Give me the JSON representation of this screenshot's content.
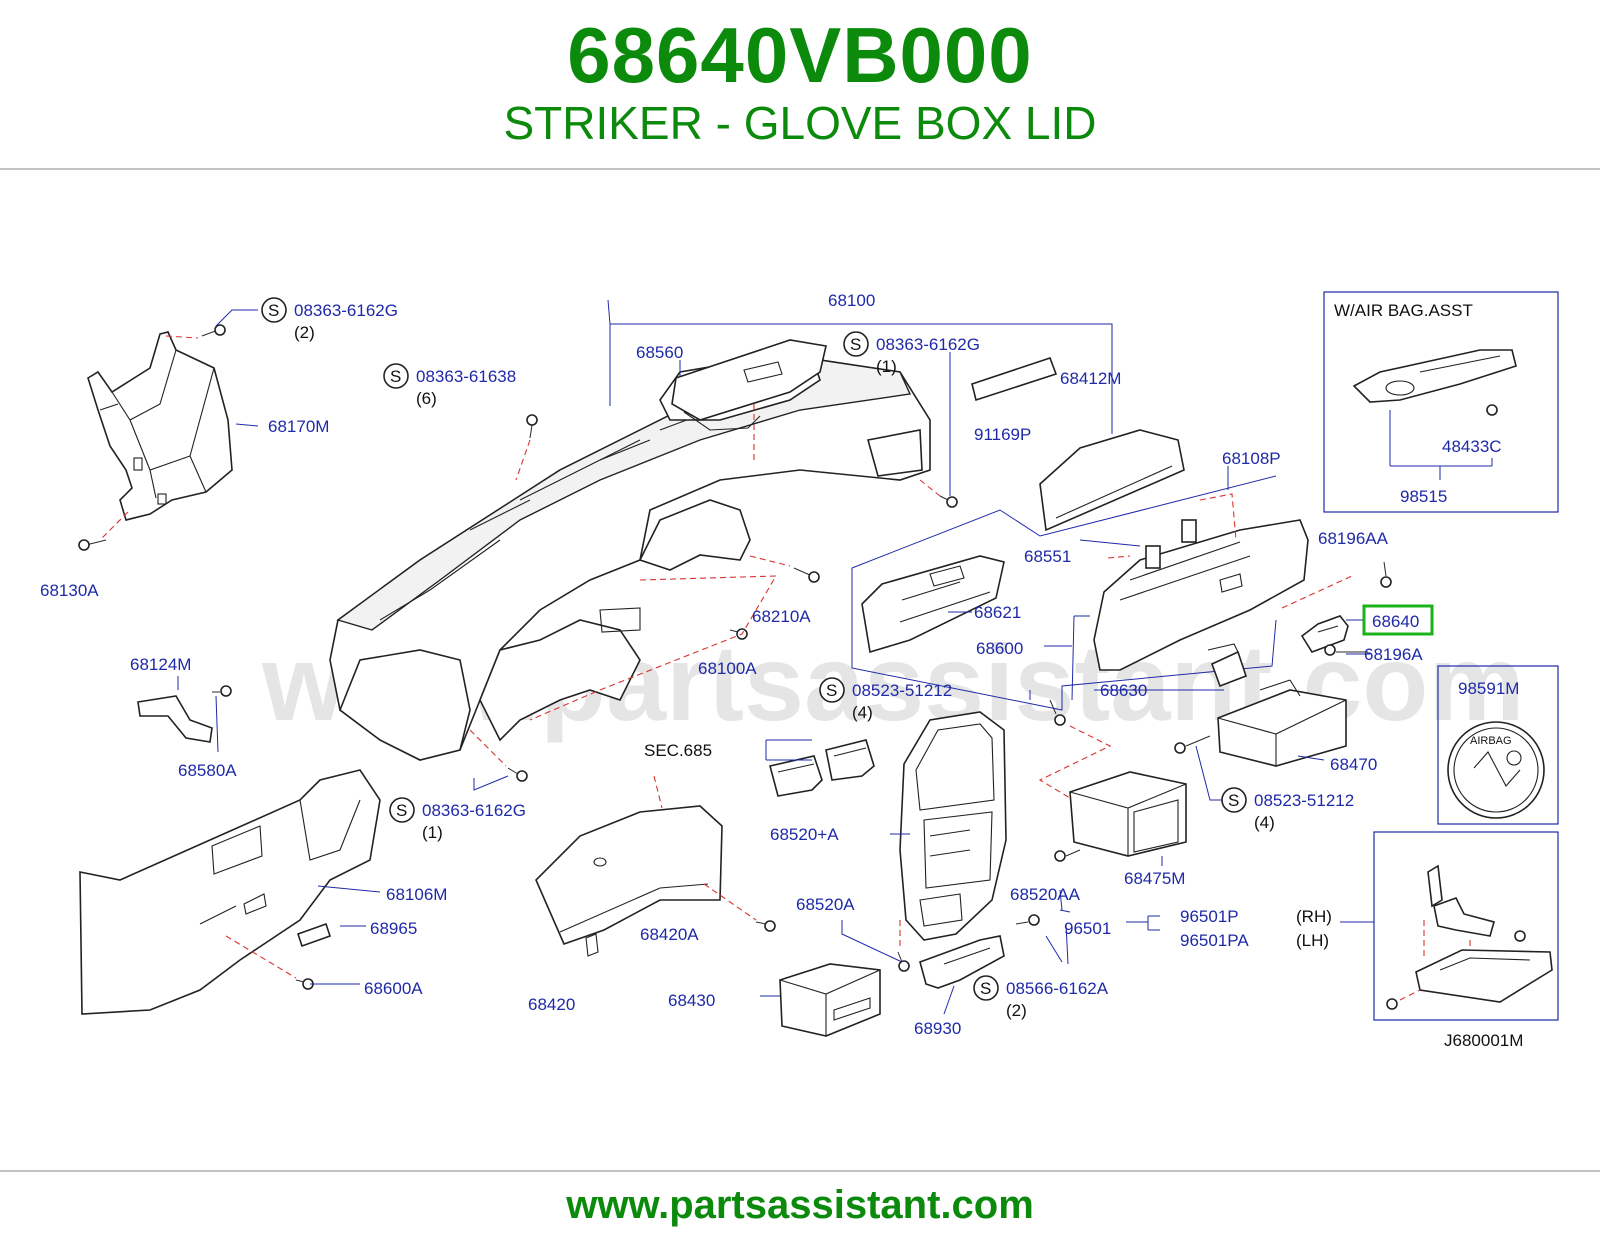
{
  "header": {
    "part_number": "68640VB000",
    "part_title": "STRIKER - GLOVE BOX LID"
  },
  "footer": {
    "url": "www.partsassistant.com"
  },
  "watermark": "www.partsassistant.com",
  "colors": {
    "brand_green": "#0c8a0c",
    "label_blue": "#1f2aa8",
    "highlight_green": "#19b219",
    "dashed_red": "#d8332f"
  },
  "diagram": {
    "drawing_code": "J680001M",
    "inset_airbag_title": "W/AIR   BAG.ASST",
    "emblem_text": "AIRBAG",
    "highlighted": "68640",
    "callouts": {
      "c68100": "68100",
      "c68560": "68560",
      "c68412M": "68412M",
      "c91169P": "91169P",
      "c68108P": "68108P",
      "c68170M": "68170M",
      "c68130A": "68130A",
      "c68551": "68551",
      "c68621": "68621",
      "c68600": "68600",
      "c68630": "68630",
      "c68196AA": "68196AA",
      "c68196A": "68196A",
      "c68640": "68640",
      "c68210A": "68210A",
      "c68100A": "68100A",
      "c68124M": "68124M",
      "c68580A": "68580A",
      "c68470": "68470",
      "c98591M": "98591M",
      "c48433C": "48433C",
      "c98515": "98515",
      "c68106M": "68106M",
      "c68965": "68965",
      "c68600A": "68600A",
      "c68520A_plus": "68520+A",
      "c68420A": "68420A",
      "c68420": "68420",
      "c68430": "68430",
      "c68520A": "68520A",
      "c68930": "68930",
      "c68520AA": "68520AA",
      "c68475M": "68475M",
      "c96501": "96501",
      "c96501P": "96501P",
      "c96501PA": "96501PA",
      "sec685": "SEC.685",
      "rh": "(RH)",
      "lh": "(LH)"
    },
    "std_parts": [
      {
        "id": "s1",
        "code": "08363-6162G",
        "qty": "(2)"
      },
      {
        "id": "s2",
        "code": "08363-6162G",
        "qty": "(1)"
      },
      {
        "id": "s3",
        "code": "08363-61638",
        "qty": "(6)"
      },
      {
        "id": "s4",
        "code": "08523-51212",
        "qty": "(4)"
      },
      {
        "id": "s5",
        "code": "08363-6162G",
        "qty": "(1)"
      },
      {
        "id": "s6",
        "code": "08523-51212",
        "qty": "(4)"
      },
      {
        "id": "s7",
        "code": "08566-6162A",
        "qty": "(2)"
      }
    ],
    "std_symbol": "S"
  }
}
